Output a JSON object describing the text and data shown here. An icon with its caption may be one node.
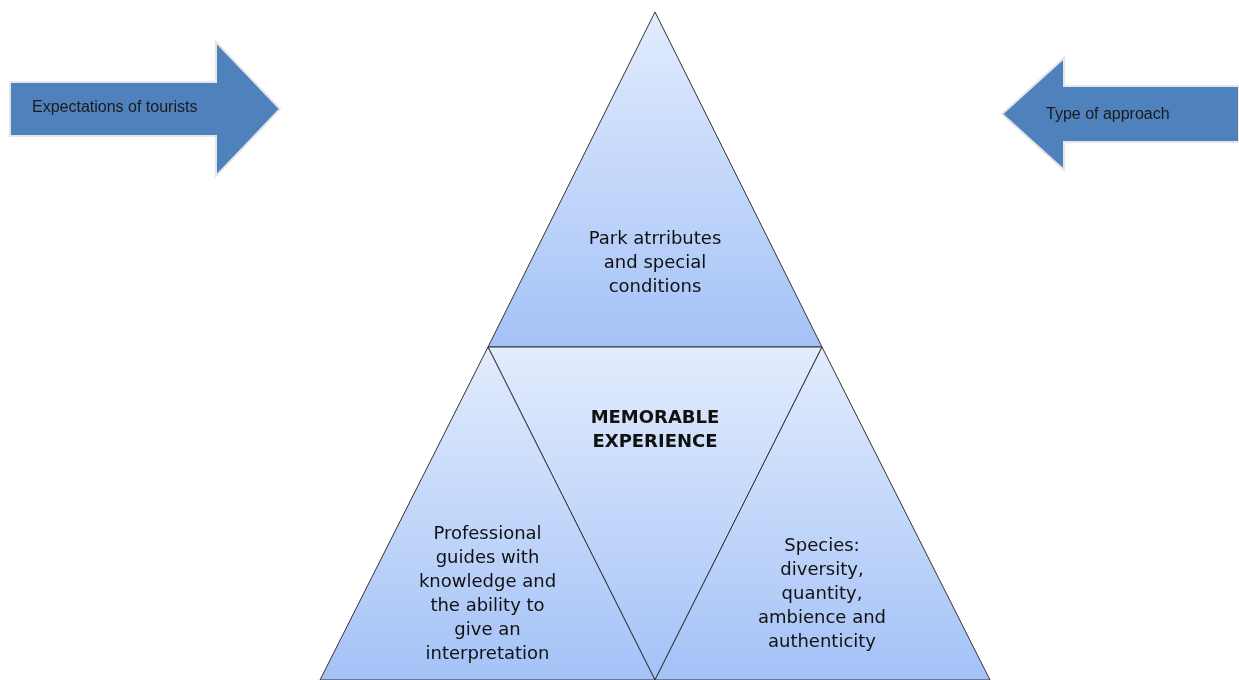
{
  "diagram": {
    "nodes": [
      {
        "text": [
          "Expectations of tourists"
        ]
      },
      {
        "text": [
          "Type of approach"
        ]
      },
      {
        "text": [
          "Park atrributes and special conditions"
        ]
      },
      {
        "text": [
          "MEMORABLE EXPERIENCE"
        ]
      },
      {
        "text": [
          "Professional guides with knowledge and the ability to give an interpretation"
        ]
      },
      {
        "text": [
          "Species: diversity, quantity, ambience and authenticity"
        ]
      }
    ]
  }
}
